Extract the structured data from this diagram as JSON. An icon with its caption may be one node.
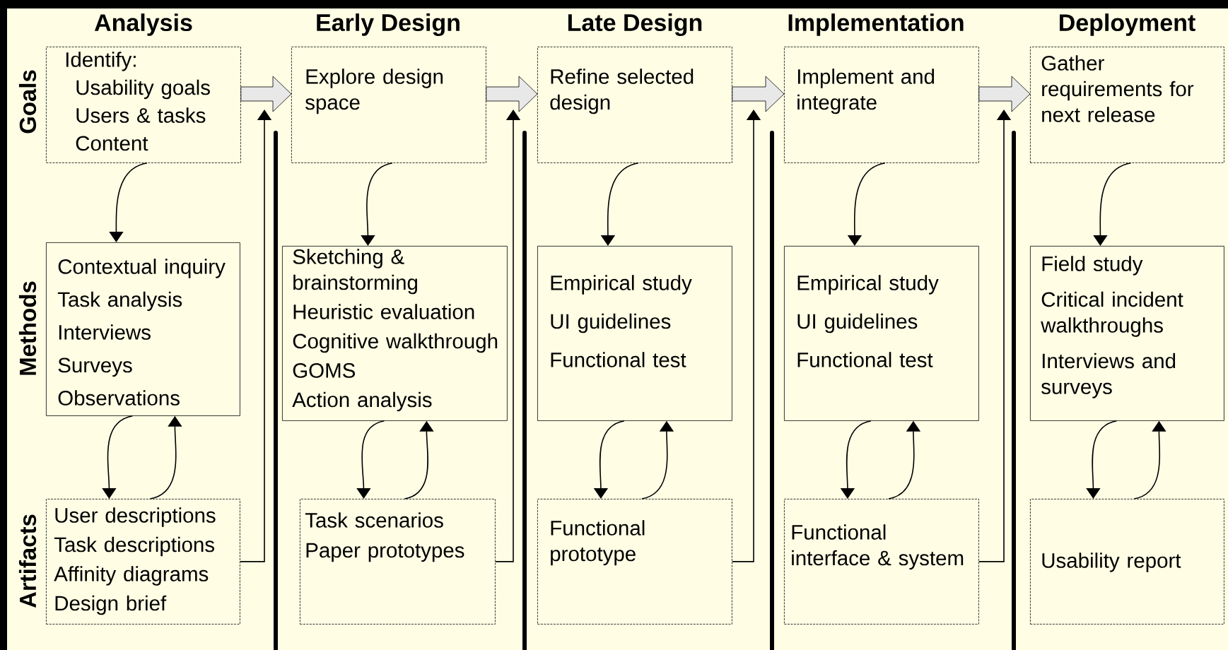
{
  "diagram": {
    "nodes": [
      {
        "text": [
          "Identify:",
          "Usability goals",
          "Users & tasks",
          "Content"
        ]
      },
      {
        "text": [
          "Contextual inquiry",
          "Task analysis",
          "Interviews",
          "Surveys",
          "Observations"
        ]
      },
      {
        "text": [
          "User descriptions",
          "Task descriptions",
          "Affinity diagrams",
          "Design brief"
        ]
      },
      {
        "text": [
          "Explore design space"
        ]
      },
      {
        "text": [
          "Sketching & brainstorming",
          "Heuristic evaluation",
          "Cognitive walkthrough",
          "GOMS",
          "Action analysis"
        ]
      },
      {
        "text": [
          "Task scenarios",
          "Paper prototypes"
        ]
      },
      {
        "text": [
          "Refine selected design"
        ]
      },
      {
        "text": [
          "Empirical study",
          "UI guidelines",
          "Functional test"
        ]
      },
      {
        "text": [
          "Functional prototype"
        ]
      },
      {
        "text": [
          "Implement and integrate"
        ]
      },
      {
        "text": [
          "Empirical study",
          "UI guidelines",
          "Functional test"
        ]
      },
      {
        "text": [
          "Functional interface & system"
        ]
      },
      {
        "text": [
          "Gather requirements for next release"
        ]
      },
      {
        "text": [
          "Field study",
          "Critical incident walkthroughs",
          "Interviews and surveys"
        ]
      },
      {
        "text": [
          "Usability report"
        ]
      }
    ],
    "edges": [
      {
        "from": 0,
        "to": 1,
        "arrow": "to"
      },
      {
        "from": 1,
        "to": 2,
        "arrow": "to"
      },
      {
        "from": 2,
        "to": 1,
        "arrow": "to"
      },
      {
        "from": 0,
        "to": 3,
        "arrow": "to",
        "style": "thick"
      },
      {
        "from": 2,
        "to": null,
        "arrow": "to"
      },
      {
        "from": 3,
        "to": 4,
        "arrow": "to"
      },
      {
        "from": 4,
        "to": 5,
        "arrow": "to"
      },
      {
        "from": 5,
        "to": 4,
        "arrow": "to"
      },
      {
        "from": 3,
        "to": 6,
        "arrow": "to",
        "style": "thick"
      },
      {
        "from": 5,
        "to": null,
        "arrow": "to"
      },
      {
        "from": 6,
        "to": 7,
        "arrow": "to"
      },
      {
        "from": 7,
        "to": 8,
        "arrow": "to"
      },
      {
        "from": 8,
        "to": 7,
        "arrow": "to"
      },
      {
        "from": 6,
        "to": 9,
        "arrow": "to",
        "style": "thick"
      },
      {
        "from": 8,
        "to": null,
        "arrow": "to"
      },
      {
        "from": 9,
        "to": 10,
        "arrow": "to"
      },
      {
        "from": 10,
        "to": 11,
        "arrow": "to"
      },
      {
        "from": 11,
        "to": 10,
        "arrow": "to"
      },
      {
        "from": 9,
        "to": 12,
        "arrow": "to",
        "style": "thick"
      },
      {
        "from": 11,
        "to": null,
        "arrow": "to"
      },
      {
        "from": 12,
        "to": 13,
        "arrow": "to"
      },
      {
        "from": 13,
        "to": 14,
        "arrow": "to"
      },
      {
        "from": 14,
        "to": 13,
        "arrow": "to"
      }
    ],
    "labels": [
      "Analysis",
      "Early Design",
      "Late Design",
      "Implementation",
      "Deployment",
      "Goals",
      "Methods",
      "Artifacts"
    ]
  }
}
